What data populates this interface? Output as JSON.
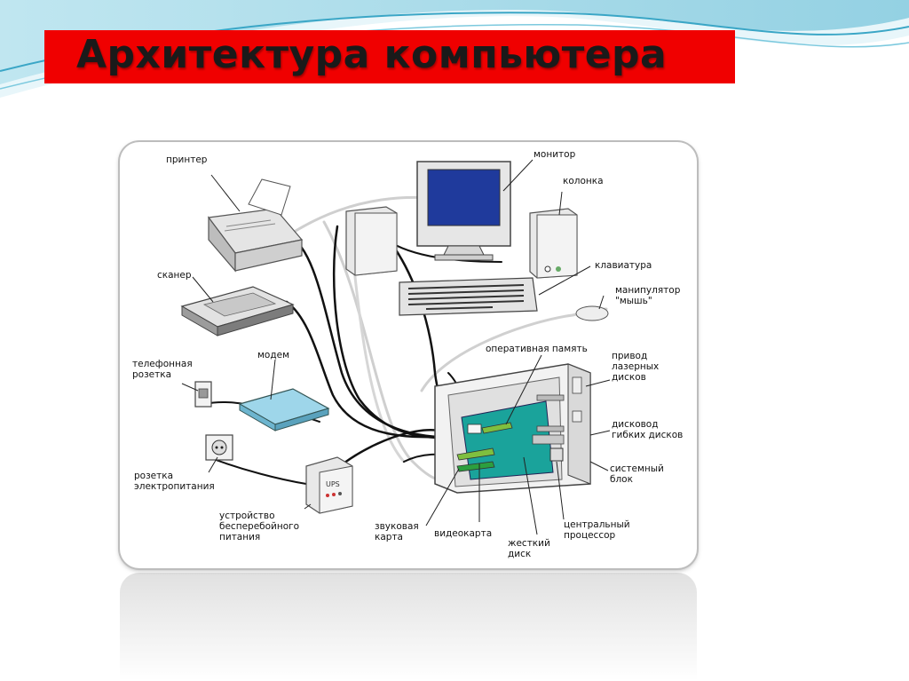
{
  "slide": {
    "title": "Архитектура компьютера",
    "title_bg": "#f00000"
  },
  "diagram": {
    "labels": {
      "printer": "принтер",
      "monitor": "монитор",
      "speaker": "колонка",
      "scanner": "сканер",
      "keyboard": "клавиатура",
      "mouse": "манипулятор\n\"мышь\"",
      "phone_socket": "телефонная\nрозетка",
      "modem": "модем",
      "ram": "оперативная память",
      "cd_drive": "привод\nлазерных\nдисков",
      "floppy": "дисковод\nгибких дисков",
      "power_socket": "розетка\nэлектропитания",
      "system_unit": "системный\nблок",
      "ups_device": "устройство\nбесперебойного\nпитания",
      "ups_badge": "UPS",
      "sound_card": "звуковая\nкарта",
      "video_card": "видеокарта",
      "hdd": "жесткий\nдиск",
      "cpu": "центральный\nпроцессор"
    }
  }
}
